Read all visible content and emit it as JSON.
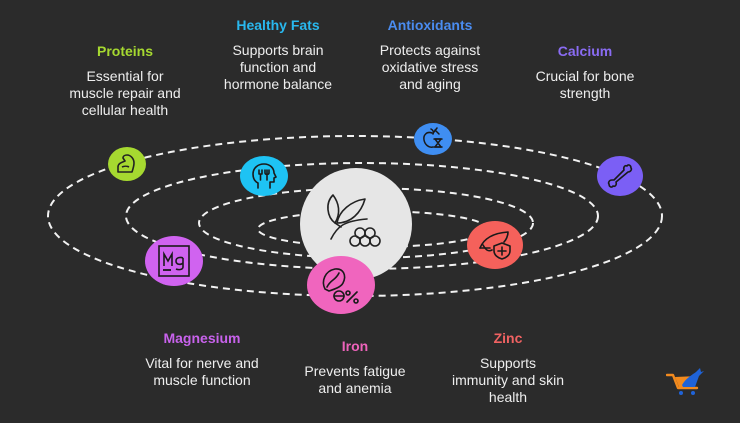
{
  "diagram": {
    "center": {
      "icon": "leaf-and-berries-icon",
      "color": "#e6e6e6"
    },
    "nutrients": [
      {
        "id": "proteins",
        "title": "Proteins",
        "desc": [
          "Essential for",
          "muscle repair and",
          "cellular health"
        ],
        "color": "#a6d930",
        "icon": "flexed-arm-icon"
      },
      {
        "id": "healthy-fats",
        "title": "Healthy Fats",
        "desc": [
          "Supports brain",
          "function and",
          "hormone balance"
        ],
        "color": "#1ec3f4",
        "icon": "head-with-utensils-icon"
      },
      {
        "id": "antioxidants",
        "title": "Antioxidants",
        "desc": [
          "Protects against",
          "oxidative stress",
          "and aging"
        ],
        "color": "#3f8ef2",
        "icon": "apple-hourglass-icon"
      },
      {
        "id": "calcium",
        "title": "Calcium",
        "desc": [
          "Crucial for bone",
          "strength"
        ],
        "color": "#7b5ff5",
        "icon": "bone-icon"
      },
      {
        "id": "magnesium",
        "title": "Magnesium",
        "desc": [
          "Vital for nerve and",
          "muscle function"
        ],
        "color": "#d063f0",
        "icon": "mg-element-icon",
        "icon_text": "Mg"
      },
      {
        "id": "iron",
        "title": "Iron",
        "desc": [
          "Prevents fatigue",
          "and anemia"
        ],
        "color": "#f065be",
        "icon": "bean-percent-icon",
        "icon_text": "%"
      },
      {
        "id": "zinc",
        "title": "Zinc",
        "desc": [
          "Supports",
          "immunity and skin",
          "health"
        ],
        "color": "#f5615b",
        "icon": "leaf-shield-plus-icon"
      }
    ],
    "title_colors": {
      "proteins": "#a6d930",
      "healthy-fats": "#29b8ee",
      "antioxidants": "#4a8cf0",
      "calcium": "#8a6cf3",
      "magnesium": "#c862ec",
      "iron": "#ee63bb",
      "zinc": "#f06262"
    }
  },
  "branding": {
    "logo": "shopping-cart-logo-icon"
  }
}
